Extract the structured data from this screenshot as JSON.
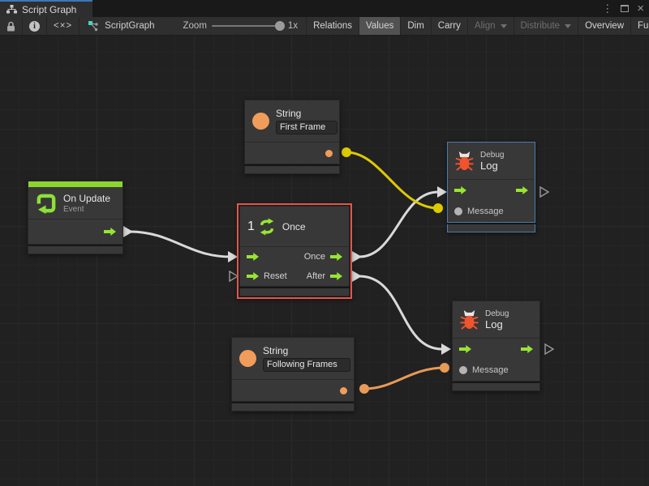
{
  "window": {
    "tab": {
      "title": "Script Graph"
    },
    "controls": {
      "menu": "⋮",
      "close": "×"
    }
  },
  "toolbar": {
    "code_glyph": "<×>",
    "graph_name": "ScriptGraph",
    "zoom": {
      "label": "Zoom",
      "value": "1x"
    },
    "buttons": [
      {
        "label": "Relations",
        "state": "normal"
      },
      {
        "label": "Values",
        "state": "active"
      },
      {
        "label": "Dim",
        "state": "normal"
      },
      {
        "label": "Carry",
        "state": "normal"
      },
      {
        "label": "Align",
        "state": "disabled"
      },
      {
        "label": "Distribute",
        "state": "disabled"
      },
      {
        "label": "Overview",
        "state": "normal"
      },
      {
        "label": "Full Screen",
        "state": "normal"
      }
    ]
  },
  "graph": {
    "nodes": {
      "string_first": {
        "title": "String",
        "value": "First Frame"
      },
      "on_update": {
        "title": "On Update",
        "subtitle": "Event"
      },
      "once": {
        "count": "1",
        "title": "Once",
        "out_once": "Once",
        "in_reset": "Reset",
        "out_after": "After"
      },
      "debug_top": {
        "kind": "Debug",
        "title": "Log",
        "message": "Message"
      },
      "debug_bottom": {
        "kind": "Debug",
        "title": "Log",
        "message": "Message"
      },
      "string_following": {
        "title": "String",
        "value": "Following Frames"
      }
    }
  },
  "colors": {
    "flow_green": "#97e532",
    "event_green": "#8cd42f",
    "string_orange": "#f09d5c",
    "bug_red": "#f1532e",
    "wire_flow": "#d9d9d9",
    "wire_yellow": "#ddca00",
    "wire_orange": "#e89a57",
    "selection_red": "#e5564a",
    "selection_blue": "#4a7cab"
  }
}
